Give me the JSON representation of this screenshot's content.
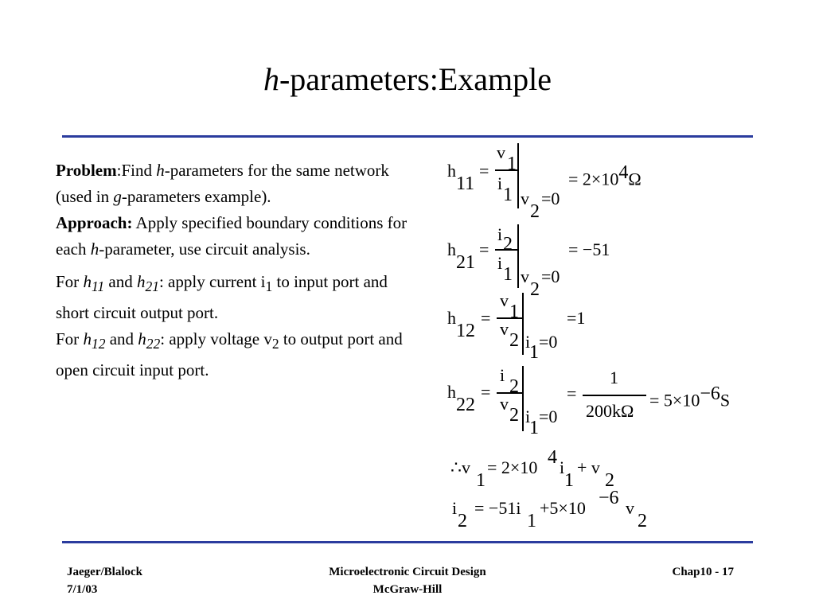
{
  "slide": {
    "title_italic": "h",
    "title_rest": "-parameters:Example"
  },
  "body": {
    "problem_label": "Problem",
    "problem_t1": ":Find ",
    "problem_h": "h",
    "problem_t2": "-parameters for the same network (used in ",
    "problem_g": "g",
    "problem_t3": "-parameters example).",
    "approach_label": "Approach:",
    "approach_t1": " Apply specified boundary conditions for each ",
    "approach_h": "h",
    "approach_t2": "-parameter, use circuit analysis.",
    "for1_a": "For ",
    "for1_h11": "h",
    "for1_h11_sub": "11",
    "for1_and": " and ",
    "for1_h21": "h",
    "for1_h21_sub": "21",
    "for1_b": ": apply current i",
    "for1_i_sub": "1",
    "for1_c": " to input port and short circuit output port.",
    "for2_a": "For ",
    "for2_h12": "h",
    "for2_h12_sub": "12",
    "for2_and": " and ",
    "for2_h22": "h",
    "for2_h22_sub": "22",
    "for2_b": ": apply voltage v",
    "for2_v_sub": "2",
    "for2_c": " to output port and open circuit input port."
  },
  "equations": {
    "h11": {
      "h": "h",
      "sub": "11",
      "eq": "=",
      "num": "v",
      "num_sub": "1",
      "den": "i",
      "den_sub": "1",
      "cond": "v",
      "cond_sub": "2",
      "cond_rest": "=0",
      "result_pre": "= 2×10",
      "result_exp": "4",
      "result_unit": "Ω"
    },
    "h21": {
      "h": "h",
      "sub": "21",
      "eq": "=",
      "num": "i",
      "num_sub": "2",
      "den": "i",
      "den_sub": "1",
      "cond": "v",
      "cond_sub": "2",
      "cond_rest": "=0",
      "result": "= −51"
    },
    "h12": {
      "h": "h",
      "sub": "12",
      "eq": "=",
      "num": "v",
      "num_sub": "1",
      "den": "v",
      "den_sub": "2",
      "cond": "i",
      "cond_sub": "1",
      "cond_rest": "=0",
      "result": "=1"
    },
    "h22": {
      "h": "h",
      "sub": "22",
      "eq": "=",
      "num": "i",
      "num_sub": "2",
      "den": "v",
      "den_sub": "2",
      "cond": "i",
      "cond_sub": "1",
      "cond_rest": "=0",
      "eq2": "=",
      "frac_num": "1",
      "frac_den": "200kΩ",
      "result_pre": "= 5×10",
      "result_exp": "−6",
      "result_unit": "S"
    },
    "sys1": {
      "therefore": "∴",
      "v1": "v",
      "v1_sub": "1",
      "eq": "= 2×10",
      "exp": "4",
      "i1": "i",
      "i1_sub": "1",
      "plus": "+ v",
      "v2_sub": "2"
    },
    "sys2": {
      "i2": "i",
      "i2_sub": "2",
      "eq": "= −51i",
      "i1_sub": "1",
      "plus": "+5×10",
      "exp": "−6",
      "v2": "v",
      "v2_sub": "2"
    }
  },
  "footer": {
    "left_line1": "Jaeger/Blalock",
    "left_line2": "7/1/03",
    "center_line1": "Microelectronic Circuit Design",
    "center_line2": "McGraw-Hill",
    "right": "Chap10 - 17"
  },
  "colors": {
    "rule": "#2b3c9e"
  }
}
